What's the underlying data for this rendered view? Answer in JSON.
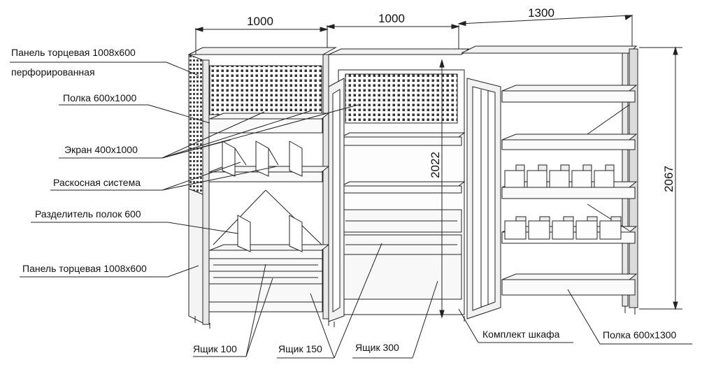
{
  "dimensions": {
    "width_1": "1000",
    "width_2": "1000",
    "width_3": "1300",
    "height_total": "2067",
    "height_cabinet": "2022"
  },
  "labels": {
    "end_panel_perforated_line1": "Панель торцевая 1008х600",
    "end_panel_perforated_line2": "перфорированная",
    "shelf_600x1000": "Полка 600х1000",
    "screen_400x1000": "Экран 400х1000",
    "bracing_system": "Раскосная система",
    "shelf_divider_600": "Разделитель полок 600",
    "end_panel": "Панель торцевая 1008х600",
    "drawer_100": "Ящик 100",
    "drawer_150": "Ящик 150",
    "drawer_300": "Ящик 300",
    "cabinet_kit": "Комплект шкафа",
    "shelf_600x1300": "Полка 600х1300"
  }
}
